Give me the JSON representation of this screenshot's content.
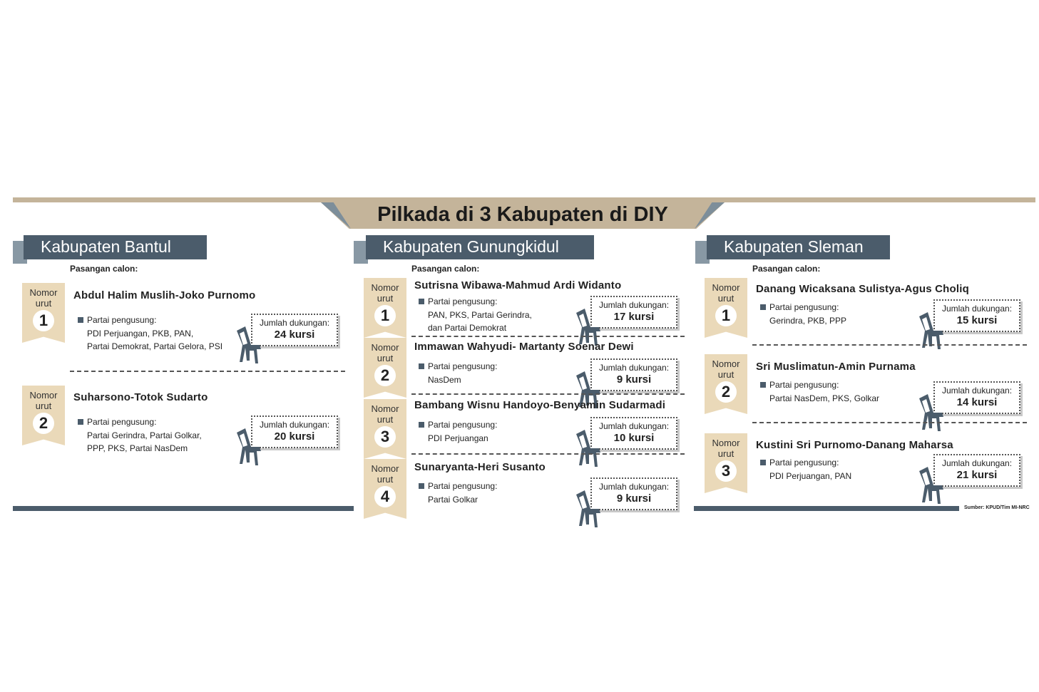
{
  "title": "Pilkada di 3 Kabupaten di DIY",
  "source": "Sumber: KPUD/Tim MI-NRC",
  "labels": {
    "pasangan": "Pasangan calon:",
    "nomor": "Nomor",
    "urut": "urut",
    "partai": "Partai pengusung:",
    "jumlah": "Jumlah dukungan:"
  },
  "colors": {
    "tan": "#c4b49a",
    "slate": "#4b5c6b",
    "badge": "#ead9b9"
  },
  "regions": [
    {
      "name": "Kabupaten Bantul",
      "candidates": [
        {
          "no": "1",
          "name": "Abdul Halim Muslih-Joko Purnomo",
          "parties": [
            "PDI Perjuangan, PKB, PAN,",
            "Partai Demokrat, Partai Gelora, PSI"
          ],
          "seats": "24 kursi"
        },
        {
          "no": "2",
          "name": "Suharsono-Totok Sudarto",
          "parties": [
            "Partai Gerindra, Partai Golkar,",
            "PPP, PKS, Partai NasDem"
          ],
          "seats": "20 kursi"
        }
      ]
    },
    {
      "name": "Kabupaten Gunungkidul",
      "candidates": [
        {
          "no": "1",
          "name": "Sutrisna Wibawa-Mahmud Ardi Widanto",
          "parties": [
            "PAN, PKS, Partai Gerindra,",
            "dan Partai Demokrat"
          ],
          "seats": "17 kursi"
        },
        {
          "no": "2",
          "name": "Immawan Wahyudi- Martanty Soenar Dewi",
          "parties": [
            "NasDem"
          ],
          "seats": "9 kursi"
        },
        {
          "no": "3",
          "name": "Bambang Wisnu Handoyo-Benyamin Sudarmadi",
          "parties": [
            "PDI Perjuangan"
          ],
          "seats": "10 kursi"
        },
        {
          "no": "4",
          "name": "Sunaryanta-Heri Susanto",
          "parties": [
            "Partai Golkar"
          ],
          "seats": "9 kursi"
        }
      ]
    },
    {
      "name": "Kabupaten Sleman",
      "candidates": [
        {
          "no": "1",
          "name": "Danang Wicaksana Sulistya-Agus Choliq",
          "parties": [
            "Gerindra, PKB, PPP"
          ],
          "seats": "15 kursi"
        },
        {
          "no": "2",
          "name": "Sri Muslimatun-Amin Purnama",
          "parties": [
            "Partai NasDem, PKS, Golkar"
          ],
          "seats": "14 kursi"
        },
        {
          "no": "3",
          "name": "Kustini Sri Purnomo-Danang Maharsa",
          "parties": [
            "PDI Perjuangan, PAN"
          ],
          "seats": "21 kursi"
        }
      ]
    }
  ]
}
